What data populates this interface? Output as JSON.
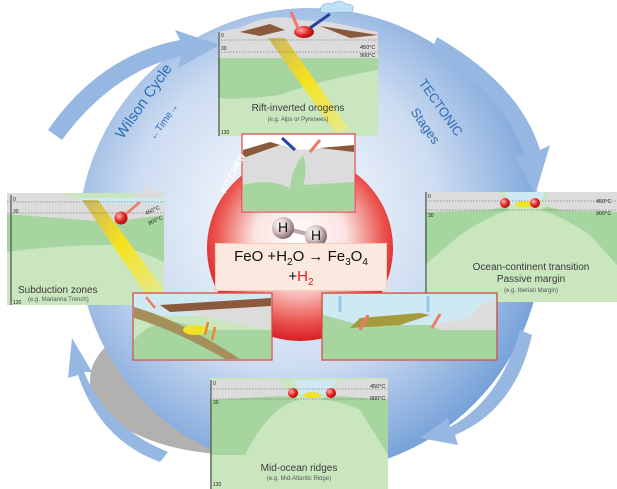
{
  "cycle": {
    "left_label": "Wilson Cycle",
    "left_sublabel": "←Time→",
    "right_label_line1": "TECTONIC",
    "right_label_line2": "Stages"
  },
  "center": {
    "kitchen_label": "KITCHEN",
    "molecule": {
      "atom1": "H",
      "atom2": "H"
    },
    "equation_part1": "FeO +H",
    "equation_sub1": "2",
    "equation_part2": "O → Fe",
    "equation_sub2": "3",
    "equation_part3": "O",
    "equation_sub3": "4",
    "product_plus": "+",
    "product_h": "H",
    "product_sub": "2"
  },
  "panels": {
    "top": {
      "title": "Rift-inverted orogens",
      "example": "(e.g. Alps or Pyrenees)",
      "depth_ticks": [
        "0",
        "30",
        "120"
      ],
      "temps": [
        "450°C",
        "900°C"
      ]
    },
    "left": {
      "title": "Subduction zones",
      "example": "(e.g. Marianna Trench)",
      "depth_ticks": [
        "0",
        "30",
        "120"
      ],
      "temps": [
        "450°C",
        "900°C"
      ]
    },
    "right": {
      "title_line1": "Ocean-continent transition",
      "title_line2": "Passive margin",
      "example": "(e.g. Iberian Margin)",
      "depth_ticks": [
        "0",
        "30"
      ],
      "temps": [
        "450°C",
        "900°C"
      ]
    },
    "bottom": {
      "title": "Mid-ocean ridges",
      "example": "(e.g. Mid-Atlantic Ridge)",
      "depth_ticks": [
        "0",
        "30",
        "120"
      ],
      "temps": [
        "450°C",
        "900°C"
      ]
    }
  },
  "colors": {
    "sphere_blue": "#7aa6dc",
    "arrow_blue": "#8fb3e0",
    "kitchen_red": "#e2242a",
    "mantle_green": "#a6d5a0",
    "mantle_light": "#c9e6bf",
    "crust_grey": "#dcdcdc",
    "sediment_brown": "#8b5a3c",
    "water_blue": "#cfe9f3",
    "inset_border": "#d64545",
    "text_blue": "#2a6cb8"
  }
}
